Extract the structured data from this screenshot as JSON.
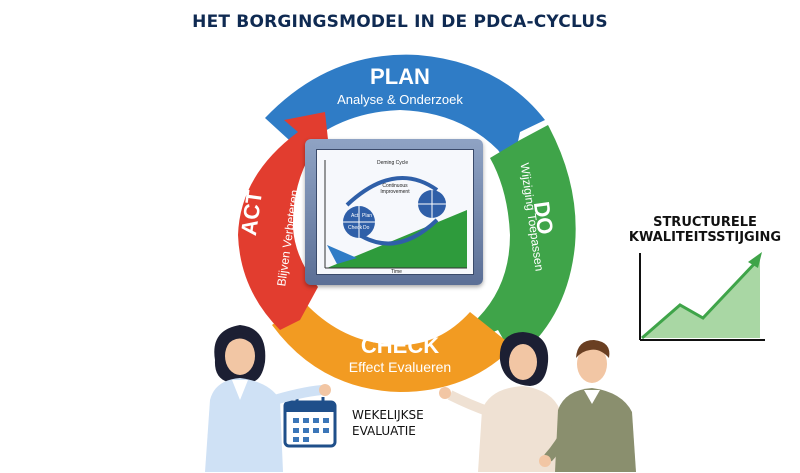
{
  "title": "HET BORGINGSMODEL IN DE PDCA-CYCLUS",
  "colors": {
    "plan": "#2f7cc6",
    "do": "#3fa449",
    "check": "#f29b22",
    "act": "#e23d2f",
    "title": "#0f2a52",
    "growth": "#3fa449"
  },
  "cycle": {
    "plan": {
      "label": "PLAN",
      "sub": "Analyse & Onderzoek"
    },
    "do": {
      "label": "DO",
      "sub": "Wijziging Toepassen"
    },
    "check": {
      "label": "CHECK",
      "sub": "Effect Evalueren"
    },
    "act": {
      "label": "ACT",
      "sub": "Blijven Verbeteren"
    }
  },
  "monitor": {
    "caption": "Deming Cycle",
    "center_text": "Continuous Improvement",
    "wheel_cells": [
      "Act",
      "Plan",
      "Check",
      "Do"
    ],
    "axis": "Time"
  },
  "quality_chart": {
    "label_line1": "STRUCTURELE",
    "label_line2": "KWALITEITSSTIJGING"
  },
  "weekly": {
    "line1": "WEKELIJKSE",
    "line2": "EVALUATIE"
  },
  "icons": [
    "calendar-icon",
    "upward-arrow-icon"
  ]
}
